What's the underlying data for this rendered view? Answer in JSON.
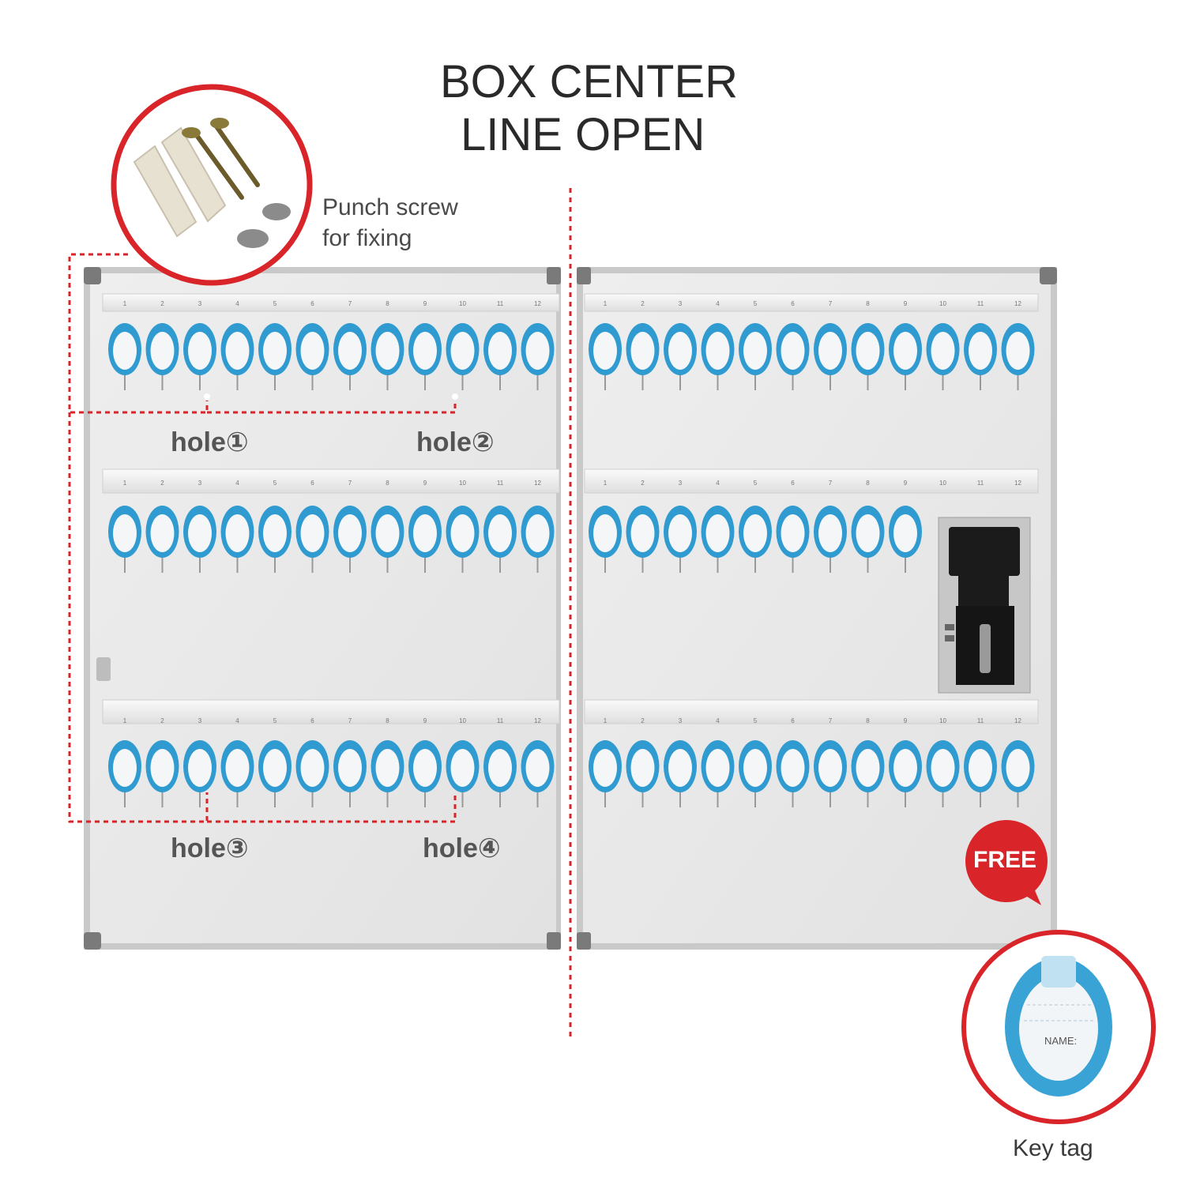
{
  "title": {
    "line1": "BOX CENTER",
    "line2": "LINE OPEN"
  },
  "accessories": {
    "line1": "Punch screw",
    "line2": "for fixing"
  },
  "holes": [
    "hole①",
    "hole②",
    "hole③",
    "hole④"
  ],
  "badge": "FREE",
  "key_tag": {
    "label": "Key tag",
    "name_field": "NAME:"
  },
  "rail_numbers": [
    "1",
    "2",
    "3",
    "4",
    "5",
    "6",
    "7",
    "8",
    "9",
    "10",
    "11",
    "12"
  ],
  "tags_per_row": {
    "left": [
      12,
      12,
      12
    ],
    "right": [
      12,
      9,
      12
    ]
  },
  "colors": {
    "tag_blue": "#2f9bd0",
    "guide_red": "#d9252a",
    "panel": "#e9e9e9"
  }
}
